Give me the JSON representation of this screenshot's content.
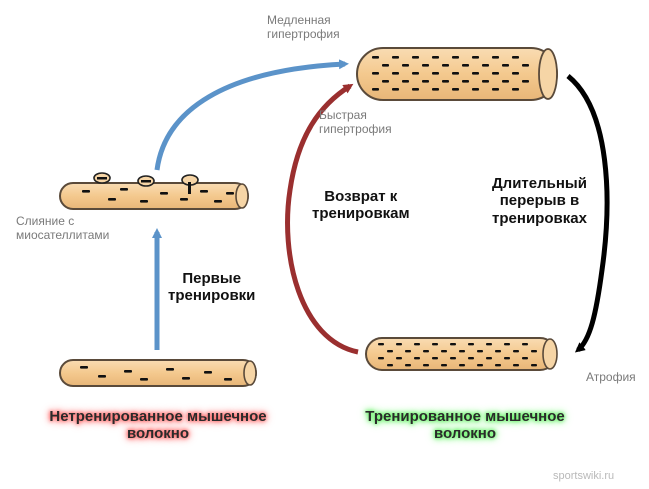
{
  "labels": {
    "slow_hypertrophy": "Медленная\nгипертрофия",
    "fast_hypertrophy": "Быстрая\nгипертрофия",
    "fusion": "Слияние с\nмиосателлитами",
    "first_trainings": "Первые\nтренировки",
    "return_training": "Возврат к\nтренировкам",
    "long_break": "Длительный\nперерыв в\nтренировках",
    "atrophy": "Атрофия",
    "untrained": "Нетренированное мышечное\nволокно",
    "trained": "Тренированное мышечное\nволокно",
    "watermark": "sportswiki.ru"
  },
  "colors": {
    "fiber_fill": "#f4cc96",
    "fiber_stroke": "#5a4a3a",
    "nucleus": "#111111",
    "blue_arrow": "#5b93c9",
    "red_arrow": "#9a2f2f",
    "black_arrow": "#000000"
  }
}
